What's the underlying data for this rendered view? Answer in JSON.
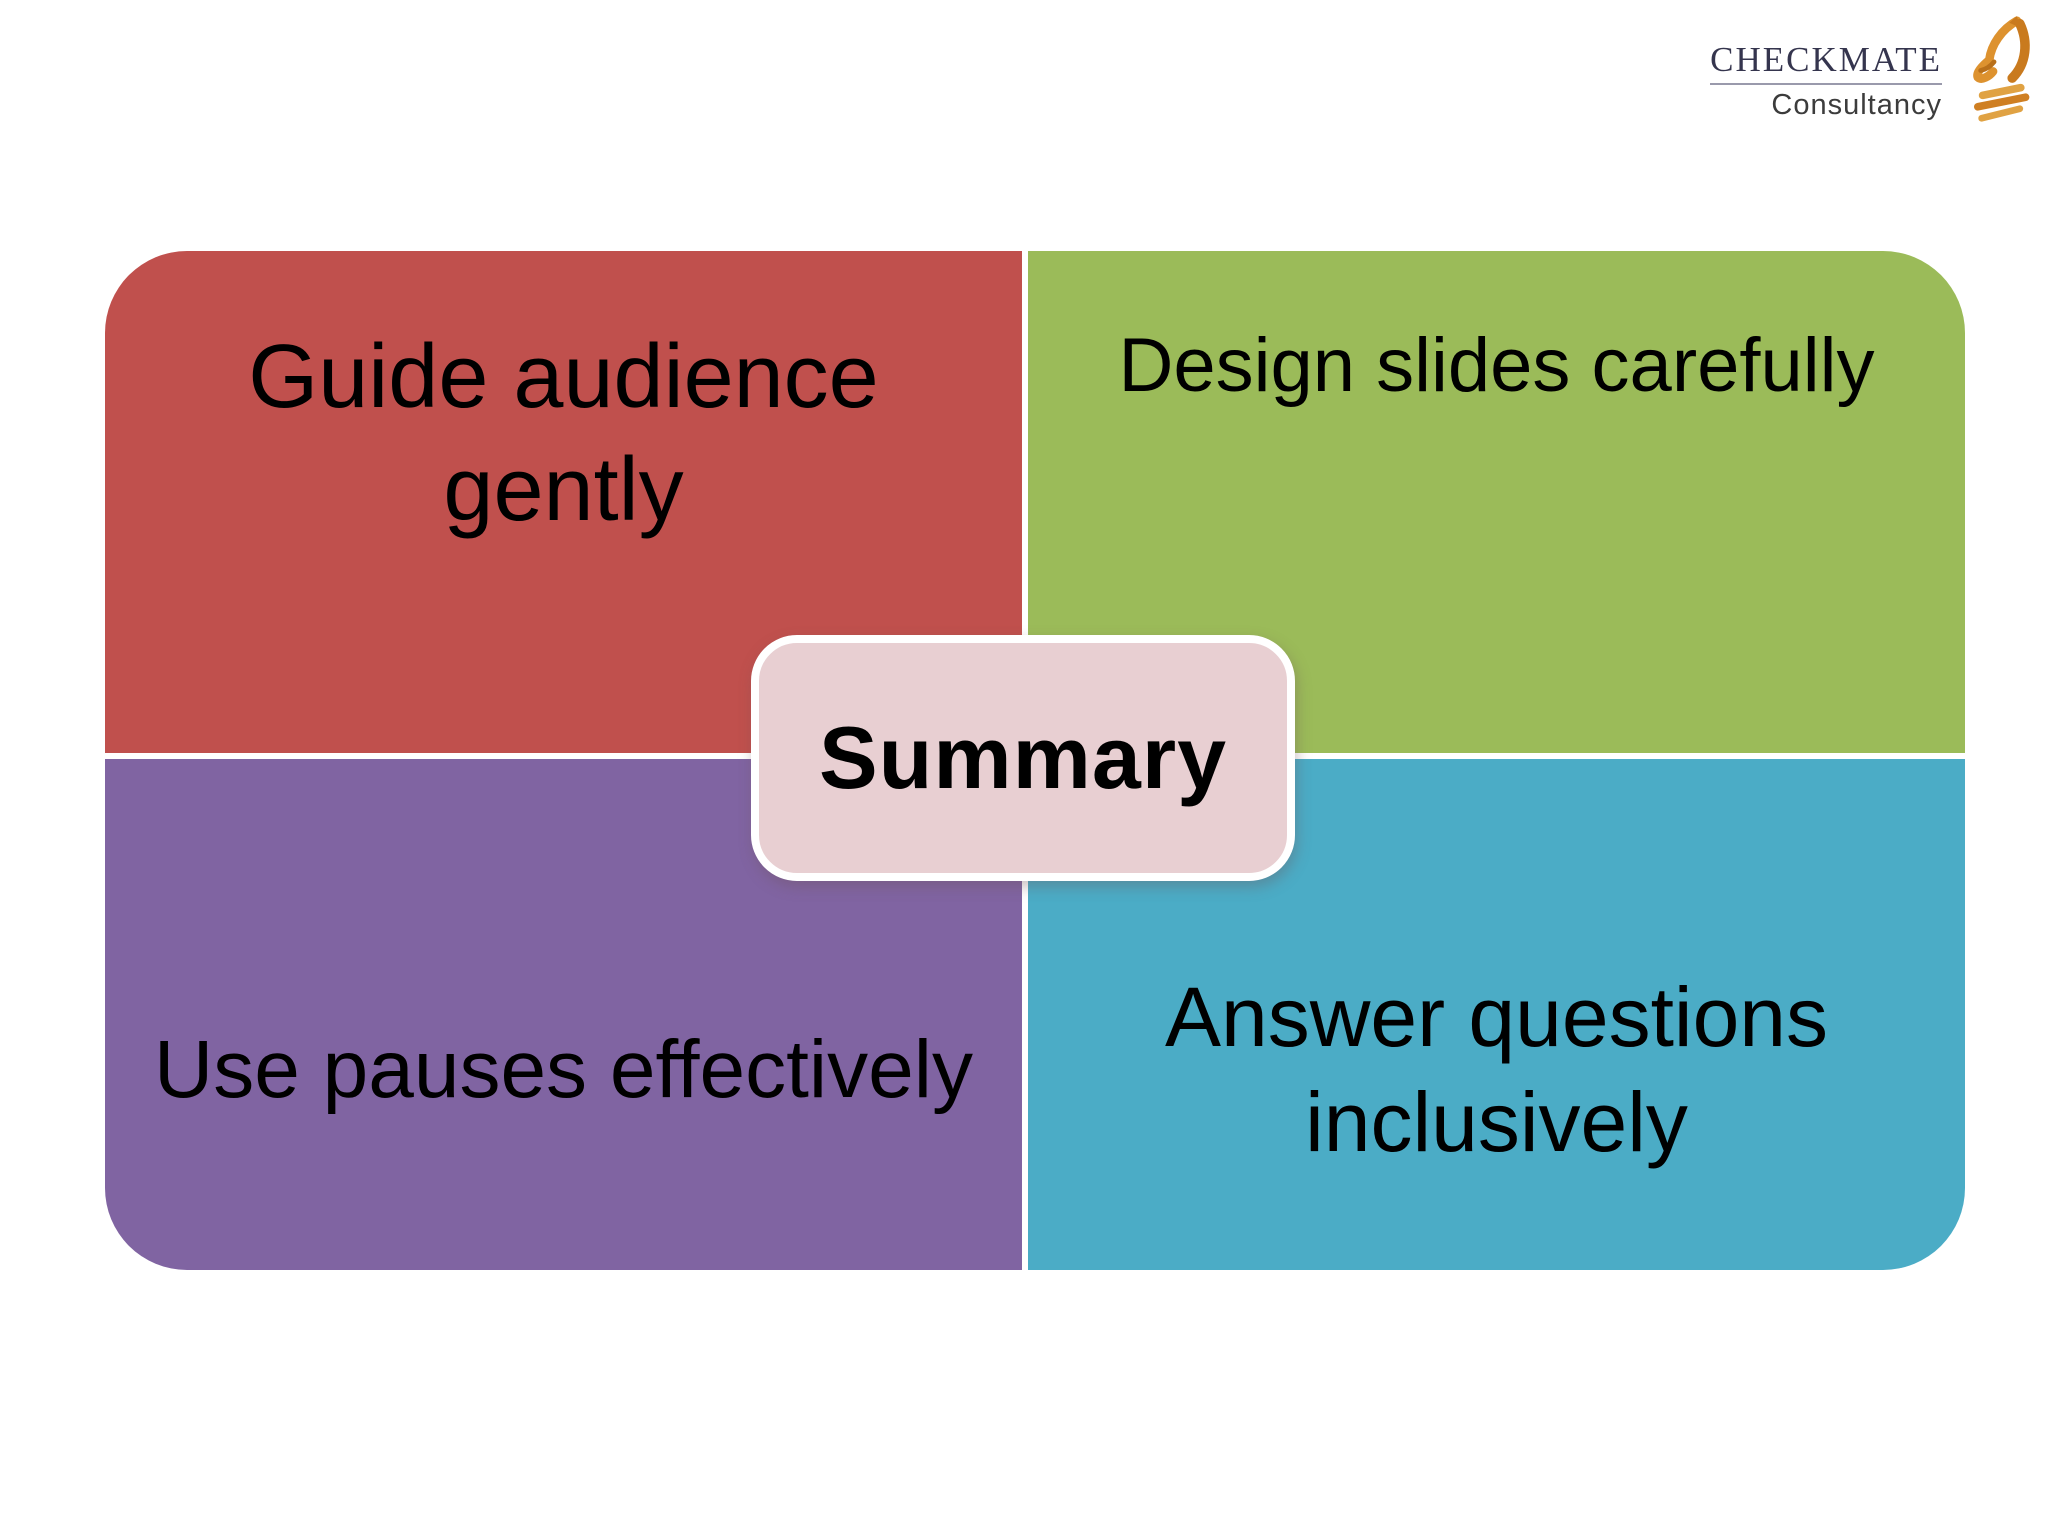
{
  "logo": {
    "brand": "CHECKMATE",
    "subtitle": "Consultancy",
    "icon": "chess-knight-icon",
    "brand_color": "#35354e",
    "icon_color": "#dd922f"
  },
  "diagram": {
    "center_label": "Summary",
    "center_fill": "#e8cfd2",
    "text_color": "#000000",
    "quadrants": [
      {
        "position": "top-left",
        "label": "Guide audience gently",
        "color": "#c0504d"
      },
      {
        "position": "top-right",
        "label": "Design slides carefully",
        "color": "#9bbb59"
      },
      {
        "position": "bottom-left",
        "label": "Use pauses effectively",
        "color": "#8064a2"
      },
      {
        "position": "bottom-right",
        "label": "Answer questions inclusively",
        "color": "#4bacc6"
      }
    ]
  }
}
